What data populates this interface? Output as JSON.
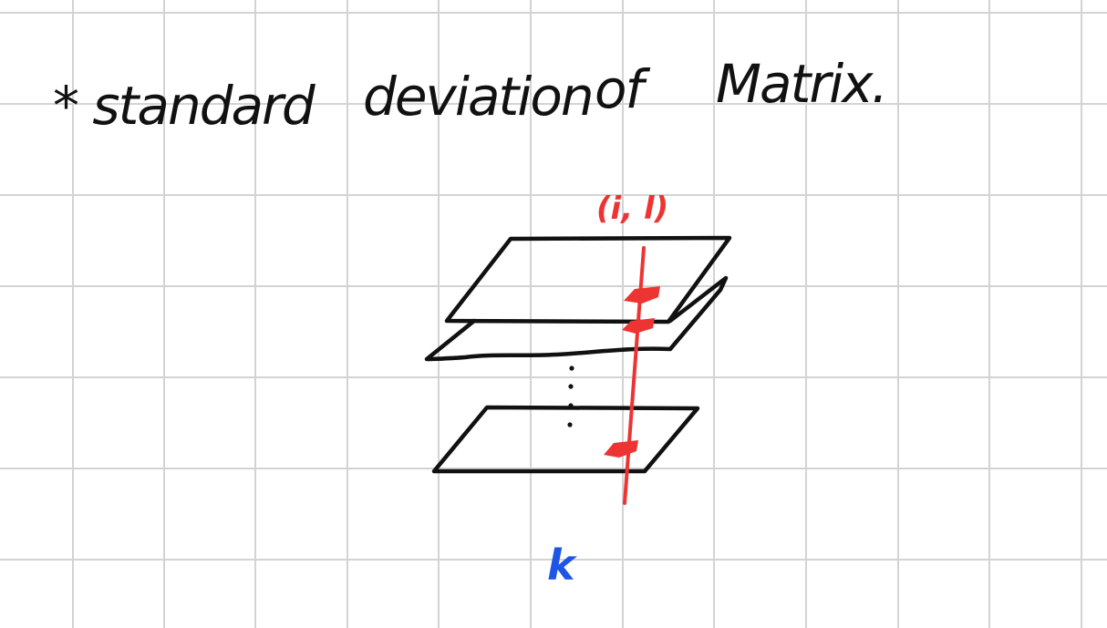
{
  "note": {
    "title_words": [
      "* standard",
      "deviation",
      "of",
      "Matrix."
    ],
    "line_label": "(i, l)",
    "axis_label": "k"
  },
  "colors": {
    "ink": "#111111",
    "grid": "#d3d3d3",
    "line_red": "#ee3333",
    "label_blue": "#1f55e6"
  }
}
